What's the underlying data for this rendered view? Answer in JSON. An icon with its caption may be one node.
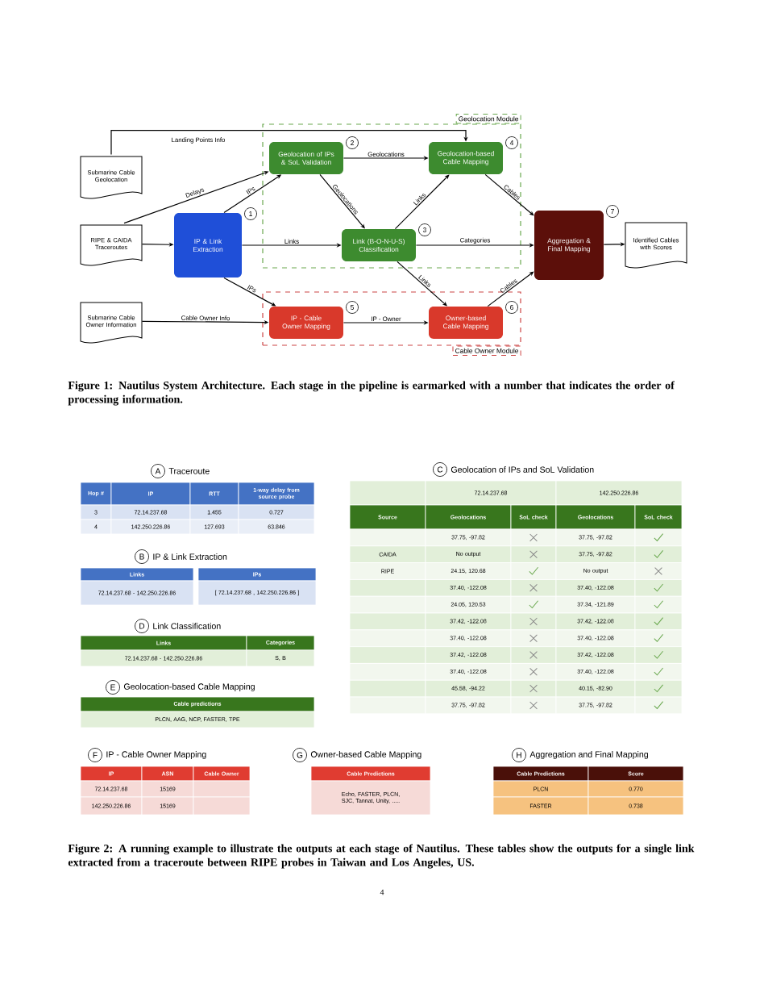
{
  "diagram": {
    "nodes": [
      {
        "text": [
          "Geolocation Module"
        ]
      },
      {
        "text": [
          "Cable Owner Module"
        ]
      },
      {
        "text": [
          "Submarine Cable Geolocation"
        ]
      },
      {
        "text": [
          "RIPE & CAIDA Traceroutes"
        ]
      },
      {
        "text": [
          "Submarine Cable Owner Information"
        ]
      },
      {
        "text": [
          "IP & Link Extraction"
        ],
        "beside": [
          "1"
        ]
      },
      {
        "text": [
          "Geolocation of IPs & SoL Validation"
        ],
        "beside": [
          "2"
        ],
        "in": 0
      },
      {
        "text": [
          "Geolocation-based Cable Mapping"
        ],
        "beside": [
          "4"
        ],
        "in": 0
      },
      {
        "text": [
          "Link (B-O-N-U-S) Classification"
        ],
        "beside": [
          "3"
        ],
        "in": 0
      },
      {
        "text": [
          "IP - Cable Owner Mapping"
        ],
        "beside": [
          "5"
        ],
        "in": 1
      },
      {
        "text": [
          "Owner-based Cable Mapping"
        ],
        "beside": [
          "6"
        ],
        "in": 1
      },
      {
        "text": [
          "Aggregation & Final Mapping"
        ],
        "beside": [
          "7"
        ]
      },
      {
        "text": [
          "Identified Cables with Scores"
        ]
      }
    ],
    "edges": [
      {
        "from": 2,
        "to": 7,
        "arrow": "to",
        "label": "Landing Points Info"
      },
      {
        "from": 3,
        "to": 5,
        "arrow": "to"
      },
      {
        "from": 3,
        "to": 6,
        "arrow": "to",
        "label": "Delays"
      },
      {
        "from": 5,
        "to": 6,
        "arrow": "to",
        "label": "IPs"
      },
      {
        "from": 5,
        "to": 8,
        "arrow": "to",
        "label": "Links"
      },
      {
        "from": 5,
        "to": 9,
        "arrow": "to",
        "label": "IPs"
      },
      {
        "from": 4,
        "to": 9,
        "arrow": "to",
        "label": "Cable Owner Info"
      },
      {
        "from": 6,
        "to": 7,
        "arrow": "to",
        "label": "Geolocations"
      },
      {
        "from": 6,
        "to": 8,
        "arrow": "to",
        "label": "Geolocations"
      },
      {
        "from": 8,
        "to": 7,
        "arrow": "to",
        "label": "Links"
      },
      {
        "from": 8,
        "to": 11,
        "arrow": "to",
        "label": "Categories"
      },
      {
        "from": 8,
        "to": 10,
        "arrow": "to",
        "label": "Links"
      },
      {
        "from": 7,
        "to": 11,
        "arrow": "to",
        "label": "Cables"
      },
      {
        "from": 9,
        "to": 10,
        "arrow": "to",
        "label": "IP - Owner"
      },
      {
        "from": 10,
        "to": 11,
        "arrow": "to",
        "label": "Cables"
      },
      {
        "from": 11,
        "to": 12,
        "arrow": "to"
      }
    ],
    "labels": [
      "Figure 1: Nautilus System Architecture. Each stage in the pipeline is earmarked with a number that indicates the order of processing information.",
      "A",
      "Traceroute",
      "Hop #",
      "IP",
      "RTT",
      "1-way delay from source probe",
      "3",
      "72.14.237.68",
      "1.455",
      "0.727",
      "4",
      "142.250.226.86",
      "127.693",
      "63.846",
      "C",
      "Geolocation of IPs and SoL Validation",
      "72.14.237.68",
      "142.250.226.86",
      "Source",
      "Geolocations",
      "SoL check",
      "Geolocations",
      "SoL check",
      "37.75, -97.82",
      "37.75, -97.82",
      "CAIDA",
      "No output",
      "37.75, -97.82",
      "RIPE",
      "24.15, 120.68",
      "No output",
      "37.40, -122.08",
      "37.40, -122.08",
      "24.05, 120.53",
      "37.34, -121.89",
      "37.42, -122.08",
      "37.42, -122.08",
      "37.40, -122.08",
      "37.40, -122.08",
      "37.42, -122.08",
      "37.42, -122.08",
      "37.40, -122.08",
      "37.40, -122.08",
      "45.58, -94.22",
      "40.15, -82.90",
      "37.75, -97.82",
      "37.75, -97.82",
      "B",
      "IP & Link Extraction",
      "Links",
      "IPs",
      "72.14.237.68 - 142.250.226.86",
      "[ 72.14.237.68 , 142.250.226.86 ]",
      "D",
      "Link Classification",
      "Links",
      "Categories",
      "72.14.237.68 - 142.250.226.86",
      "S, B",
      "E",
      "Geolocation-based Cable Mapping",
      "Cable predictions",
      "PLCN, AAG, NCP, FASTER, TPE",
      "F",
      "IP - Cable Owner Mapping",
      "IP",
      "ASN",
      "Cable Owner",
      "72.14.237.68",
      "15169",
      "142.250.226.86",
      "15169",
      "G",
      "Owner-based Cable Mapping",
      "Cable Predictions",
      "Echo, FASTER, PLCN, SJC, Tannat, Unity, .....",
      "H",
      "Aggregation and Final Mapping",
      "Cable Predictions",
      "Score",
      "PLCN",
      "0.770",
      "FASTER",
      "0.738",
      "Figure 2: A running example to illustrate the outputs at each stage of Nautilus. These tables show the outputs for a single link extracted from a traceroute between RIPE probes in Taiwan and Los Angeles, US.",
      "4"
    ]
  }
}
